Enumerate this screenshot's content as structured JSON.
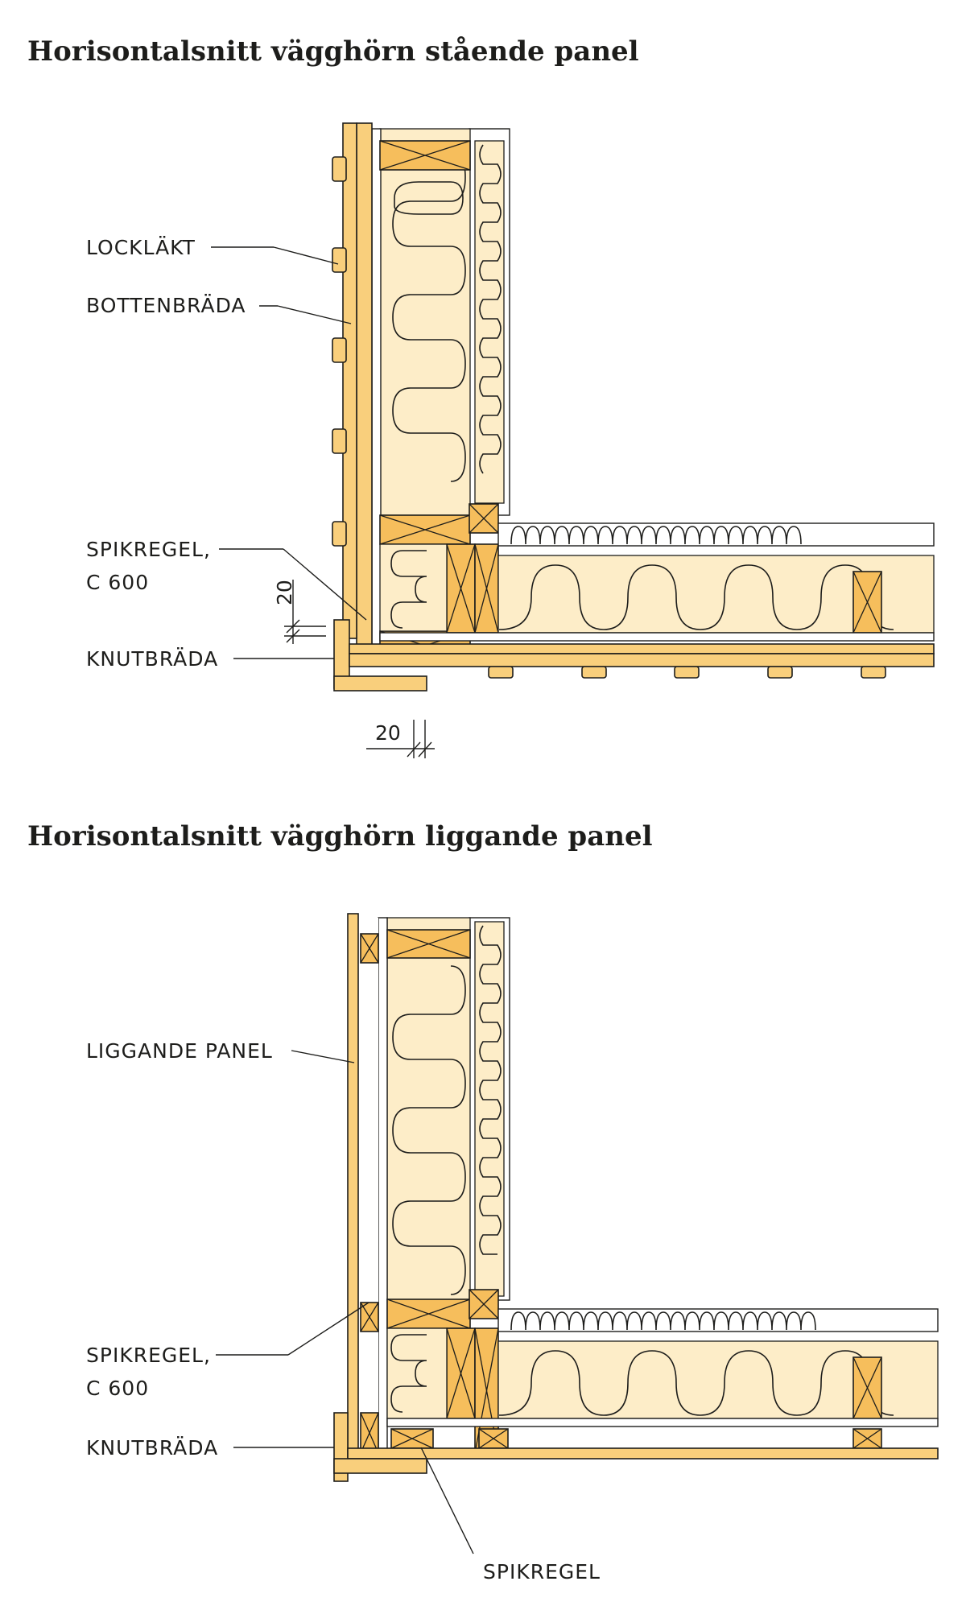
{
  "titles": {
    "standing": "Horisontalsnitt vägghörn stående panel",
    "horizontal": "Horisontalsnitt vägghörn liggande panel"
  },
  "labels_standing": {
    "locklakt": "LOCKLÄKT",
    "bottenbrada": "BOTTENBRÄDA",
    "spikregel_line1": "SPIKREGEL,",
    "spikregel_line2": "C 600",
    "knutbrada": "KNUTBRÄDA",
    "dim_vertical": "20",
    "dim_horizontal": "20"
  },
  "labels_horizontal": {
    "liggande_panel": "LIGGANDE PANEL",
    "spikregel_line1": "SPIKREGEL,",
    "spikregel_line2": "C 600",
    "knutbrada": "KNUTBRÄDA",
    "spikregel_bottom": "SPIKREGEL"
  },
  "colors": {
    "wood": "#f9cf7c",
    "stud": "#f6be5c",
    "insulation": "#fdedc8",
    "line": "#1d1d1b"
  }
}
